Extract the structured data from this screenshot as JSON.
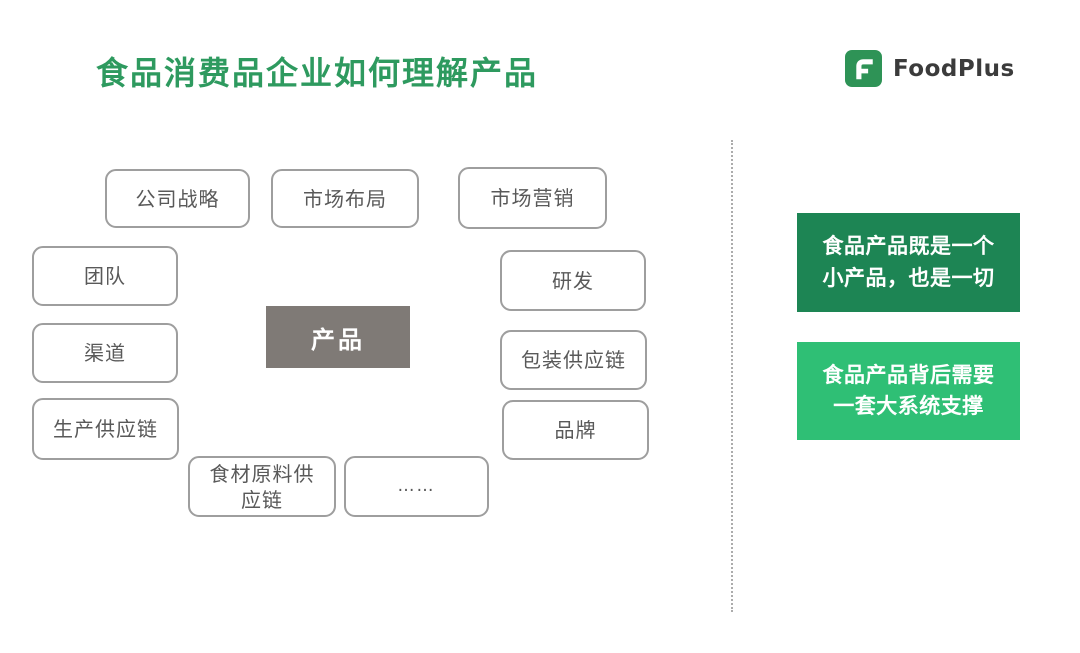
{
  "title": "食品消费品企业如何理解产品",
  "logo": {
    "brand": "FoodPlus",
    "icon": "foodplus-f-icon"
  },
  "diagram": {
    "center": {
      "label": "产品"
    },
    "nodes": [
      {
        "id": "company-strategy",
        "label": "公司战略"
      },
      {
        "id": "market-layout",
        "label": "市场布局"
      },
      {
        "id": "marketing",
        "label": "市场营销"
      },
      {
        "id": "team",
        "label": "团队"
      },
      {
        "id": "rnd",
        "label": "研发"
      },
      {
        "id": "channel",
        "label": "渠道"
      },
      {
        "id": "packaging-supply-chain",
        "label": "包装供应链"
      },
      {
        "id": "production-supply-chain",
        "label": "生产供应链"
      },
      {
        "id": "brand",
        "label": "品牌"
      },
      {
        "id": "ingredient-supply-chain",
        "label": "食材原料供\n应链"
      },
      {
        "id": "ellipsis",
        "label": "……"
      }
    ]
  },
  "callouts": [
    {
      "text": "食品产品既是一个\n小产品，也是一切",
      "color": "#1D8554"
    },
    {
      "text": "食品产品背后需要\n一套大系统支撑",
      "color": "#2FBF75"
    }
  ],
  "colors": {
    "title_green": "#2E9A5F",
    "logo_green": "#2E9356",
    "callout_dark_green": "#1D8554",
    "callout_light_green": "#2FBF75",
    "center_box_gray": "#7F7A76",
    "node_border_gray": "#9E9E9E",
    "node_text_gray": "#595959",
    "divider_gray": "#ACACAC"
  }
}
